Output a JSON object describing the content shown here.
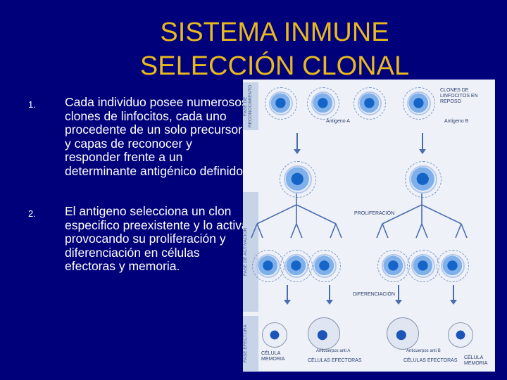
{
  "title": {
    "line1": "SISTEMA INMUNE",
    "line2": "SELECCIÓN CLONAL"
  },
  "items": [
    {
      "number": "1.",
      "text": "Cada individuo posee numerosos clones de linfocitos, cada uno procedente de un solo precursor y capas de reconocer y responder frente a un determinante antigénico definido."
    },
    {
      "number": "2.",
      "text": "El antigeno selecciona un clon especifico preexistente y lo activa provocando su proliferación y diferenciación en células efectoras y memoria."
    }
  ],
  "figure": {
    "phase_rest": "FASE DE RECONOCIMIENTO",
    "phase_activation": "FASE DE ACTIVACIÓN",
    "phase_effector": "FASE EFECTORA",
    "clones_label": "CLONES DE LINFOCITOS EN REPOSO",
    "antigen_a": "Antigeno A",
    "antigen_b": "Antigeno B",
    "proliferation": "PROLIFERACIÓN",
    "differentiation": "DIFERENCIACIÓN",
    "memory_left": "CÉLULA MEMORIA",
    "effectors_left": "CÉLULAS EFECTORAS",
    "antibody_a": "Anticuerpos anti A",
    "antibody_b": "Anticuerpos anti B",
    "effectors_right": "CÉLULAS EFECTORAS",
    "memory_right": "CÉLULA MEMORIA"
  }
}
